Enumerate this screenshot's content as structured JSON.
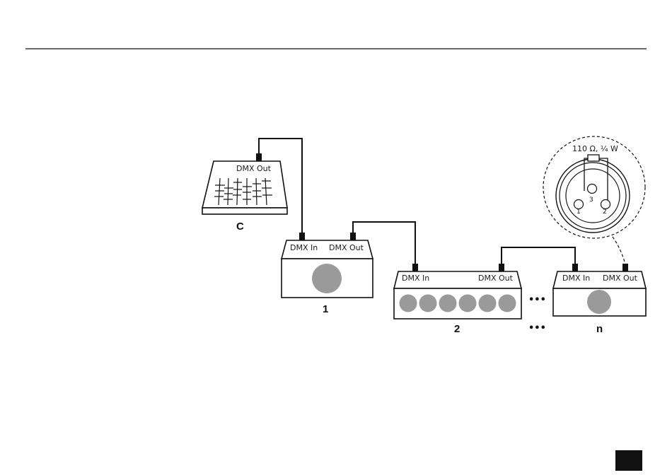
{
  "console": {
    "out_label": "DMX Out",
    "id_label": "C"
  },
  "device1": {
    "in_label": "DMX In",
    "out_label": "DMX Out",
    "id_label": "1"
  },
  "device2": {
    "in_label": "DMX In",
    "out_label": "DMX Out",
    "id_label": "2"
  },
  "deviceN": {
    "in_label": "DMX In",
    "out_label": "DMX Out",
    "id_label": "n"
  },
  "continuation": {
    "dots": "•••"
  },
  "terminator": {
    "resistor_label": "110 Ω, ¼ W",
    "pins": [
      "1",
      "2",
      "3"
    ]
  },
  "colors": {
    "line": "#111111",
    "lamp": "#9a9a9a",
    "corner_box": "#111111"
  }
}
